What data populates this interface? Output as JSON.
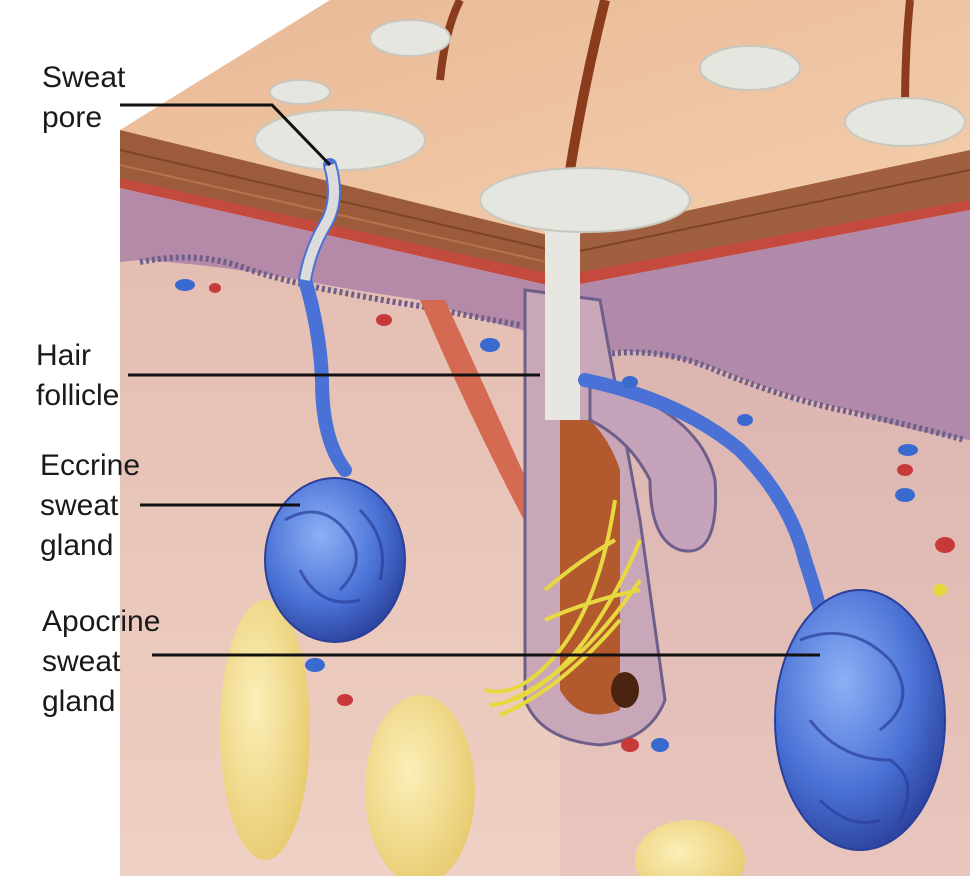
{
  "labels": {
    "sweat_pore": "Sweat\npore",
    "hair_follicle": "Hair\nfollicle",
    "eccrine_gland": "Eccrine\nsweat\ngland",
    "apocrine_gland": "Apocrine\nsweat\ngland"
  },
  "colors": {
    "skin_surface": "#f0c2a0",
    "epidermis": "#9a5a3a",
    "dermis": "#ecc8b8",
    "papillary_layer": "#b48aa8",
    "gland_blue": "#4a72d6",
    "hair_brown": "#8a3c1c",
    "fat_yellow": "#f3de8e",
    "nerve_yellow": "#e8d840",
    "muscle_red": "#d46a52",
    "pointer_line": "#111111"
  }
}
